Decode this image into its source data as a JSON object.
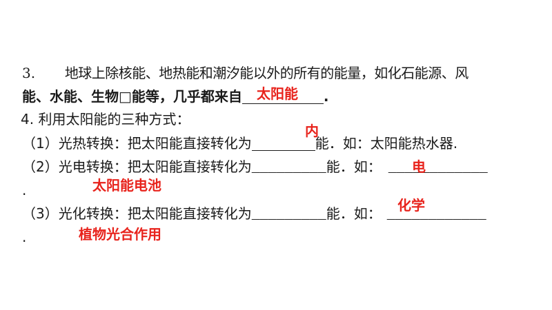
{
  "q3": {
    "number": "3.",
    "line1": "地球上除核能、地热能和潮汐能以外的所有的能量，如化石能源、风",
    "line2_lead": "能、水能、生物",
    "line2_box": "□",
    "line2_mid": "能等，几乎都来自",
    "line2_end": ".",
    "answer": "太阳能"
  },
  "q4": {
    "title": "4.  利用太阳能的三种方式：",
    "item1": {
      "lead": "（1）光热转换：把太阳能直接转化为",
      "after": "能．如：太阳能热水器.",
      "answer": "内"
    },
    "item2": {
      "lead": "（2）光电转换：把太阳能直接转化为",
      "blank": "_________",
      "after": "能．如：",
      "trail": "____________",
      "dot": ".",
      "answer_type": "电",
      "answer_example": "太阳能电池"
    },
    "item3": {
      "lead": "（3）光化转换：把太阳能直接转化为",
      "blank": "_________",
      "after": "能．如：",
      "trail": "____________",
      "dot": ".",
      "answer_type": "化学",
      "answer_example": "植物光合作用"
    }
  },
  "colors": {
    "answer": "#e8231c",
    "text": "#1a1a1a"
  }
}
